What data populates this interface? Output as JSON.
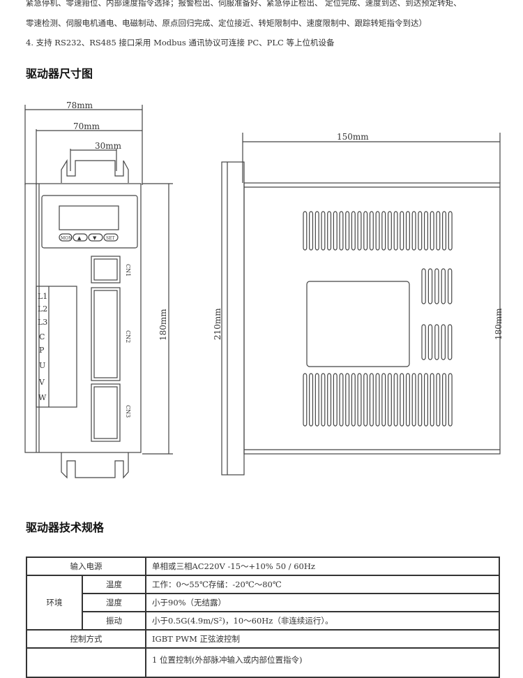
{
  "intro_lines": [
    "紧急停机、零速箝位、内部速度指令选择；报警检出、伺服准备好、紧急停止检出、 定位完成、速度到达、到达预定转矩、",
    "零速检测、伺服电机通电、电磁制动、原点回归完成、定位接近、转矩限制中、速度限制中、跟踪转矩指令到达）",
    "4. 支持 RS232、RS485 接口采用 Modbus 通讯协议可连接 PC、PLC 等上位机设备"
  ],
  "dimension_heading": "驱动器尺寸图",
  "drawing": {
    "dim_78": "78mm",
    "dim_70": "70mm",
    "dim_30": "30mm",
    "dim_180_left": "180mm",
    "buttons": [
      "MON",
      "▲",
      "▼",
      "SET"
    ],
    "connectors": [
      "CN1",
      "CN2",
      "CN3"
    ],
    "terminals": [
      "L1",
      "L2",
      "L3",
      "C",
      "P",
      "U",
      "V",
      "W"
    ],
    "dim_150": "150mm",
    "dim_210": "210mm",
    "dim_180_right": "180mm"
  },
  "spec_heading": "驱动器技术规格",
  "spec": {
    "power_label": "输入电源",
    "power_value": "单相或三相AC220V    -15～+10%  50 / 60Hz",
    "env_label": "环境",
    "temp_label": "温度",
    "temp_value": "工作：0～55℃存储：-20℃～80℃",
    "humidity_label": "湿度",
    "humidity_value": "小于90%（无结露）",
    "vibration_label": "振动",
    "vibration_value": "小于0.5G(4.9m/S²)，10～60Hz（非连续运行）。",
    "control_label": "控制方式",
    "control_value": "IGBT PWM 正弦波控制",
    "mode_value": "1 位置控制(外部脉冲输入或内部位置指令)"
  }
}
